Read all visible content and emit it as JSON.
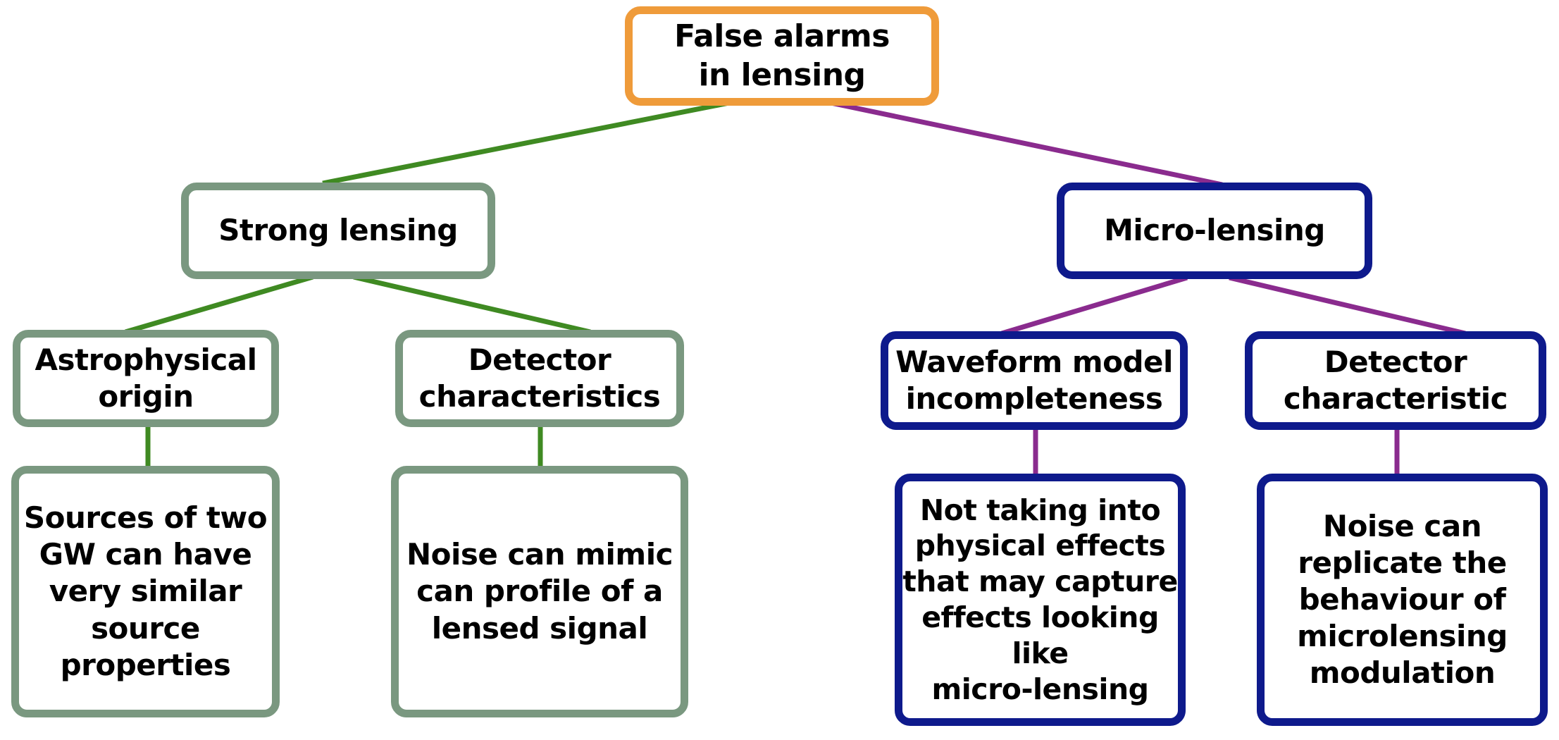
{
  "colors": {
    "root_border": "#EF9B3A",
    "strong_border": "#7A9880",
    "micro_border": "#0E1A8C",
    "strong_connector": "#3F8A22",
    "micro_connector": "#8A2B8E"
  },
  "root": {
    "label": "False alarms\nin lensing"
  },
  "strong": {
    "label": "Strong lensing",
    "children": [
      {
        "label": "Astrophysical\norigin",
        "detail": "Sources of two\nGW can have\nvery similar\nsource\nproperties"
      },
      {
        "label": "Detector\ncharacteristics",
        "detail": "Noise can mimic\ncan profile of a\nlensed signal"
      }
    ]
  },
  "micro": {
    "label": "Micro-lensing",
    "children": [
      {
        "label": "Waveform model\nincompleteness",
        "detail": "Not taking into\nphysical effects\nthat may capture\neffects looking like\nmicro-lensing"
      },
      {
        "label": "Detector\ncharacteristic",
        "detail": "Noise can\nreplicate the\nbehaviour of\nmicrolensing\nmodulation"
      }
    ]
  }
}
